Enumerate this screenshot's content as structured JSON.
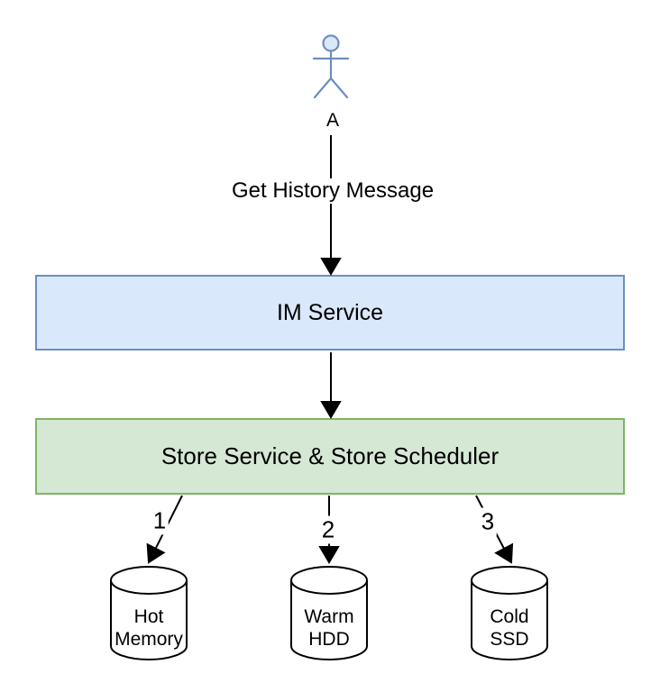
{
  "colors": {
    "im_service_fill": "#dae8fc",
    "im_service_border": "#6c8ebf",
    "store_service_fill": "#d5e8d4",
    "store_service_border": "#82b366",
    "actor_stroke": "#6c8ebf",
    "actor_head_fill": "#dae8fc",
    "edge_color": "#000000",
    "cylinder_fill": "#ffffff",
    "cylinder_stroke": "#000000",
    "background": "#ffffff"
  },
  "diagram": {
    "actor": {
      "label": "A"
    },
    "nodes": {
      "im_service": {
        "label": "IM Service"
      },
      "store_service": {
        "label": "Store Service & Store Scheduler"
      }
    },
    "edges": {
      "get_history": {
        "label": "Get History Message"
      },
      "to_hot": {
        "label": "1"
      },
      "to_warm": {
        "label": "2"
      },
      "to_cold": {
        "label": "3"
      }
    },
    "stores": [
      {
        "line1": "Hot",
        "line2": "Memory"
      },
      {
        "line1": "Warm",
        "line2": "HDD"
      },
      {
        "line1": "Cold",
        "line2": "SSD"
      }
    ]
  }
}
